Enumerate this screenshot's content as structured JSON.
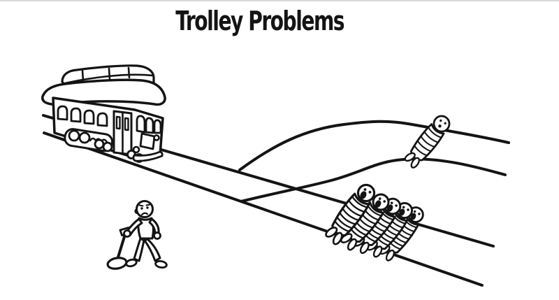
{
  "title": "Trolley Problems",
  "colors": {
    "background": "#ffffff",
    "ink": "#141414",
    "top_border_line": "#d9d9d9"
  },
  "scene": {
    "trolley_label": "Trolley approaching a track junction",
    "operator_label": "Worried person holding the track-switch lever",
    "lever_label": "Track switch lever",
    "main_track_label": "Straight track",
    "branch_track_label": "Curved branch track",
    "main_track_victims_label": "Five people tied to the straight track",
    "branch_track_victims_label": "One person tied to the branch track",
    "main_track_victims_count": 5,
    "branch_track_victims_count": 1
  }
}
